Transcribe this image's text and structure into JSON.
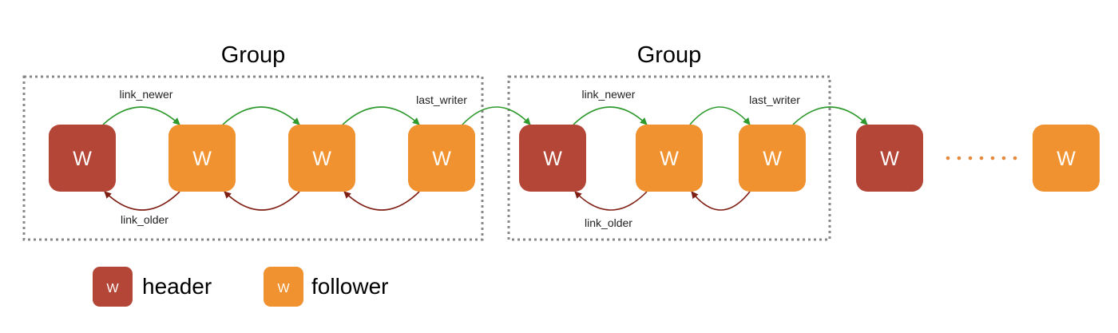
{
  "colors": {
    "header": "#b44637",
    "follower": "#f0922f",
    "link_newer": "#2e9a2e",
    "link_older": "#7f1f14",
    "group_border": "#888888",
    "ellipsis": "#e8883a"
  },
  "groups": [
    {
      "id": "group-1",
      "title": "Group"
    },
    {
      "id": "group-2",
      "title": "Group"
    }
  ],
  "nodes": [
    {
      "id": "n1",
      "role": "header",
      "label": "W"
    },
    {
      "id": "n2",
      "role": "follower",
      "label": "W"
    },
    {
      "id": "n3",
      "role": "follower",
      "label": "W"
    },
    {
      "id": "n4",
      "role": "follower",
      "label": "W"
    },
    {
      "id": "n5",
      "role": "header",
      "label": "W"
    },
    {
      "id": "n6",
      "role": "follower",
      "label": "W"
    },
    {
      "id": "n7",
      "role": "follower",
      "label": "W"
    },
    {
      "id": "n8",
      "role": "header",
      "label": "W"
    },
    {
      "id": "n9",
      "role": "follower",
      "label": "W"
    }
  ],
  "edges": [
    {
      "from": "n1",
      "to": "n2",
      "kind": "newer"
    },
    {
      "from": "n2",
      "to": "n3",
      "kind": "newer"
    },
    {
      "from": "n3",
      "to": "n4",
      "kind": "newer"
    },
    {
      "from": "n4",
      "to": "n5",
      "kind": "newer"
    },
    {
      "from": "n5",
      "to": "n6",
      "kind": "newer"
    },
    {
      "from": "n6",
      "to": "n7",
      "kind": "newer"
    },
    {
      "from": "n7",
      "to": "n8",
      "kind": "newer"
    },
    {
      "from": "n2",
      "to": "n1",
      "kind": "older"
    },
    {
      "from": "n3",
      "to": "n2",
      "kind": "older"
    },
    {
      "from": "n4",
      "to": "n3",
      "kind": "older"
    },
    {
      "from": "n6",
      "to": "n5",
      "kind": "older"
    },
    {
      "from": "n7",
      "to": "n6",
      "kind": "older"
    }
  ],
  "edge_labels": {
    "g1_link_newer": "link_newer",
    "g1_last_writer": "last_writer",
    "g1_link_older": "link_older",
    "g2_link_newer": "link_newer",
    "g2_last_writer": "last_writer",
    "g2_link_older": "link_older"
  },
  "legend": {
    "header": {
      "icon_label": "W",
      "text": "header"
    },
    "follower": {
      "icon_label": "W",
      "text": "follower"
    }
  }
}
